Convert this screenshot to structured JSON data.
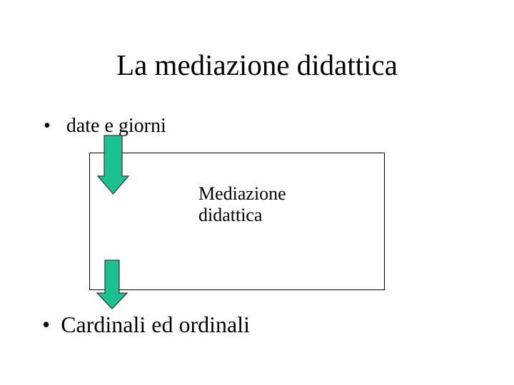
{
  "slide": {
    "title": "La mediazione didattica",
    "bullet_char": "•",
    "bullets": [
      "date e giorni",
      "Cardinali ed ordinali"
    ]
  },
  "box": {
    "line1": "Mediazione",
    "line2": "didattica"
  },
  "icons": {
    "arrow_top": "down-arrow",
    "arrow_bottom": "down-arrow"
  },
  "colors": {
    "background": "#ffffff",
    "text": "#000000",
    "box_border": "#000000",
    "arrow_fill": "#1cc191",
    "arrow_outline": "#3d3d3d"
  }
}
